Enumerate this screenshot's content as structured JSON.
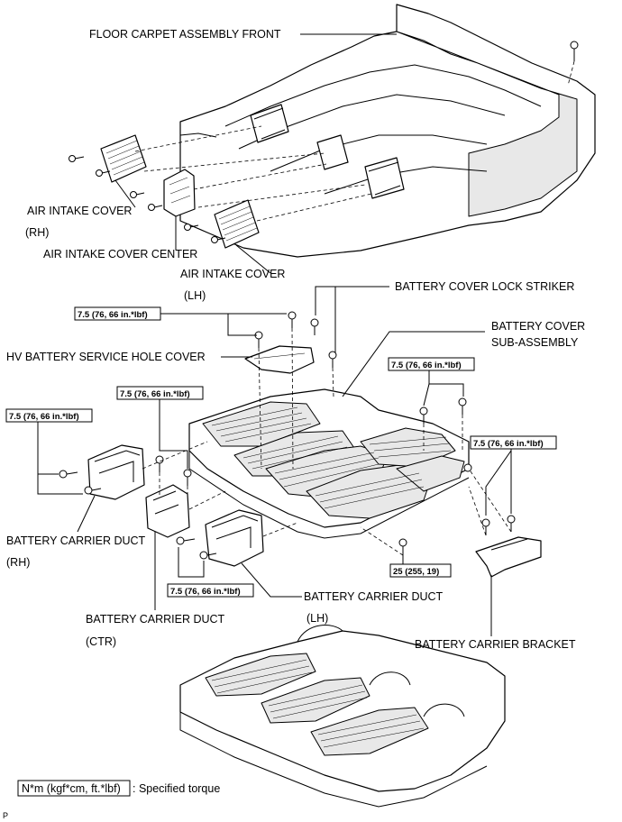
{
  "labels": {
    "floor_carpet": "FLOOR CARPET ASSEMBLY FRONT",
    "air_intake_cover_rh": "AIR INTAKE COVER",
    "rh_1": "(RH)",
    "air_intake_cover_center": "AIR INTAKE COVER CENTER",
    "air_intake_cover_lh": "AIR INTAKE COVER",
    "lh_1": "(LH)",
    "battery_cover_lock_striker": "BATTERY COVER LOCK STRIKER",
    "battery_cover_sub_1": "BATTERY COVER",
    "battery_cover_sub_2": "SUB-ASSEMBLY",
    "hv_service_hole_cover": "HV BATTERY SERVICE HOLE COVER",
    "battery_carrier_duct_rh": "BATTERY CARRIER DUCT",
    "rh_2": "(RH)",
    "battery_carrier_duct_lh": "BATTERY CARRIER DUCT",
    "lh_2": "(LH)",
    "battery_carrier_duct_ctr": "BATTERY CARRIER DUCT",
    "ctr": "(CTR)",
    "battery_carrier_bracket": "BATTERY CARRIER BRACKET"
  },
  "torques": {
    "t1": "7.5 (76, 66 in.*lbf)",
    "t2": "7.5 (76, 66 in.*lbf)",
    "t3": "7.5 (76, 66 in.*lbf)",
    "t4": "7.5 (76, 66 in.*lbf)",
    "t5": "7.5 (76, 66 in.*lbf)",
    "t6": "7.5 (76, 66 in.*lbf)",
    "t7": "25 (255, 19)"
  },
  "legend": {
    "unit": "N*m (kgf*cm, ft.*lbf)",
    "text": ": Specified torque"
  },
  "corner_mark": "P"
}
